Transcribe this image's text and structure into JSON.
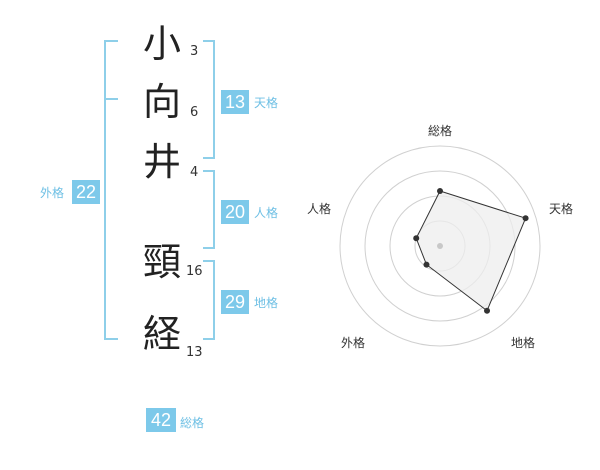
{
  "name": {
    "characters": [
      {
        "char": "小",
        "strokes": "3"
      },
      {
        "char": "向",
        "strokes": "6"
      },
      {
        "char": "井",
        "strokes": "4"
      },
      {
        "char": "頸",
        "strokes": "16"
      },
      {
        "char": "経",
        "strokes": "13"
      }
    ]
  },
  "grades": {
    "tenkaku": {
      "value": "13",
      "label": "天格"
    },
    "jinkaku": {
      "value": "20",
      "label": "人格"
    },
    "chikaku": {
      "value": "29",
      "label": "地格"
    },
    "gaikaku": {
      "value": "22",
      "label": "外格"
    },
    "soukaku": {
      "value": "42",
      "label": "総格"
    }
  },
  "colors": {
    "accent": "#7dc9ea",
    "bracket": "#8ecfe9",
    "radar_fill": "#eeeeee",
    "radar_stroke": "#333333"
  },
  "chart_data": {
    "type": "radar",
    "axes": [
      "総格",
      "天格",
      "地格",
      "外格",
      "人格"
    ],
    "values": [
      0.55,
      0.9,
      0.8,
      0.23,
      0.25
    ],
    "rings": 4
  }
}
